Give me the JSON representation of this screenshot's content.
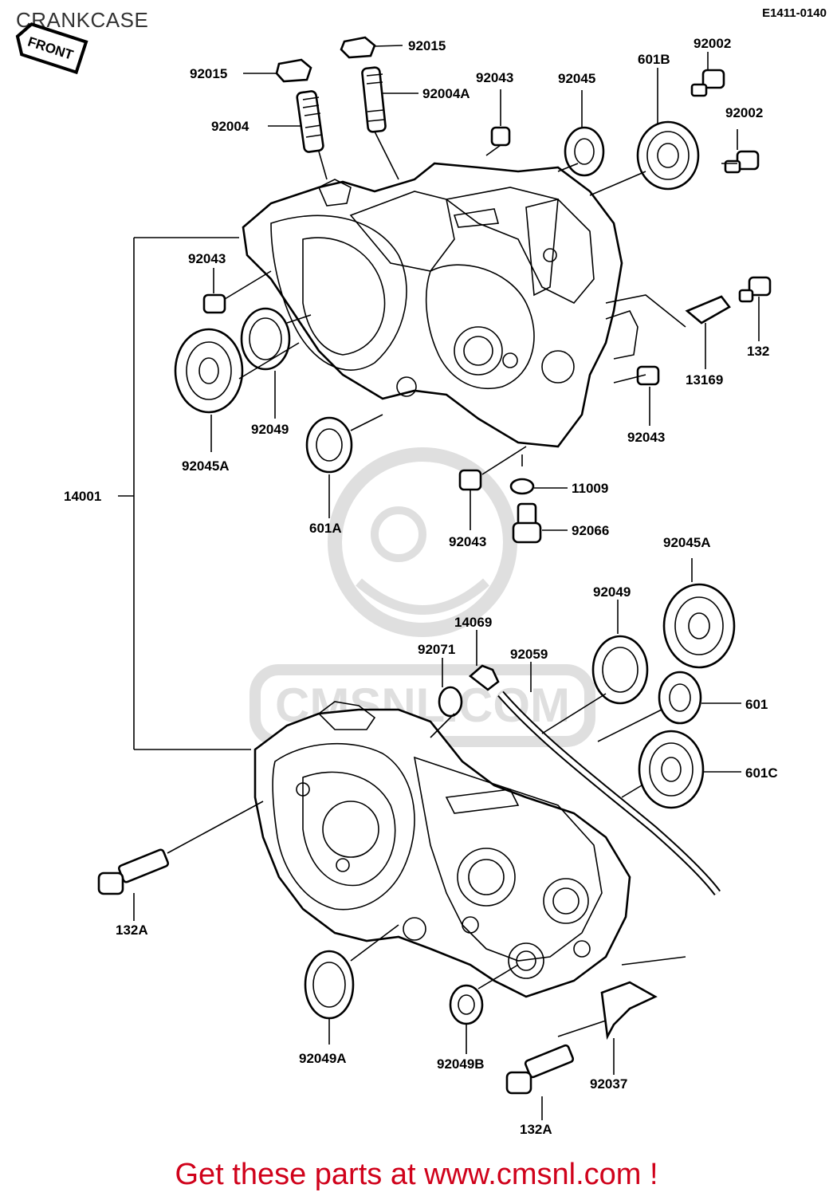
{
  "header": {
    "title": "CRANKCASE",
    "ref_code": "E1411-0140",
    "front_badge": "FRONT"
  },
  "parts": {
    "p92015a": "92015",
    "p92015b": "92015",
    "p92004": "92004",
    "p92004A": "92004A",
    "p92043a": "92043",
    "p92045": "92045",
    "p601B": "601B",
    "p92002a": "92002",
    "p92002b": "92002",
    "p92043b": "92043",
    "p92049a": "92049",
    "p92045Aa": "92045A",
    "p132a": "132",
    "p13169": "13169",
    "p92043c": "92043",
    "p601A": "601A",
    "p11009": "11009",
    "p92043d": "92043",
    "p92066": "92066",
    "p14001": "14001",
    "p92045Ab": "92045A",
    "p92049b": "92049",
    "p14069": "14069",
    "p92071": "92071",
    "p92059": "92059",
    "p601": "601",
    "p601C": "601C",
    "p132Aa": "132A",
    "p92049A": "92049A",
    "p92049B": "92049B",
    "p92037": "92037",
    "p132Ab": "132A"
  },
  "watermark_text": "CMSNL.COM",
  "footer": {
    "text": "Get these parts at www.cmsnl.com !",
    "color": "#d0021b"
  }
}
